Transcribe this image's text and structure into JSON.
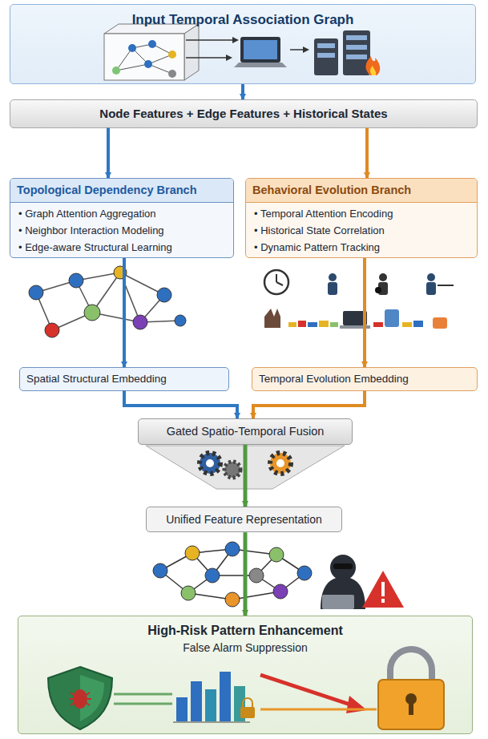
{
  "diagram": {
    "nodes": [
      {
        "text": [
          "Input Temporal Association Graph"
        ]
      },
      {
        "text": [
          "Node Features + Edge Features + Historical States"
        ]
      },
      {
        "text": [
          "Topological Dependency Branch",
          "• Graph Attention Aggregation",
          "• Neighbor Interaction Modeling",
          "• Edge-aware Structural Learning"
        ]
      },
      {
        "text": [
          "Behavioral Evolution Branch",
          "• Temporal Attention Encoding",
          "• Historical State Correlation",
          "• Dynamic Pattern Tracking"
        ]
      },
      {
        "text": [
          "Spatial Structural Embedding"
        ]
      },
      {
        "text": [
          "Temporal Evolution Embedding"
        ]
      },
      {
        "text": [
          "Gated Spatio-Temporal Fusion"
        ]
      },
      {
        "text": [
          "Unified Feature Representation"
        ]
      },
      {
        "text": [
          "High-Risk Pattern Enhancement",
          "False Alarm Suppression"
        ]
      }
    ],
    "edges": [
      {
        "from": 0,
        "to": 1,
        "arrow": "to"
      },
      {
        "from": 1,
        "to": 2,
        "arrow": "to"
      },
      {
        "from": 1,
        "to": 3,
        "arrow": "to"
      },
      {
        "from": 2,
        "to": 4,
        "arrow": "to"
      },
      {
        "from": 3,
        "to": 5,
        "arrow": "to"
      },
      {
        "from": 4,
        "to": 6,
        "arrow": "to"
      },
      {
        "from": 5,
        "to": 6,
        "arrow": "to"
      },
      {
        "from": 6,
        "to": 7,
        "arrow": "to"
      },
      {
        "from": 7,
        "to": 8,
        "arrow": "to"
      }
    ]
  }
}
